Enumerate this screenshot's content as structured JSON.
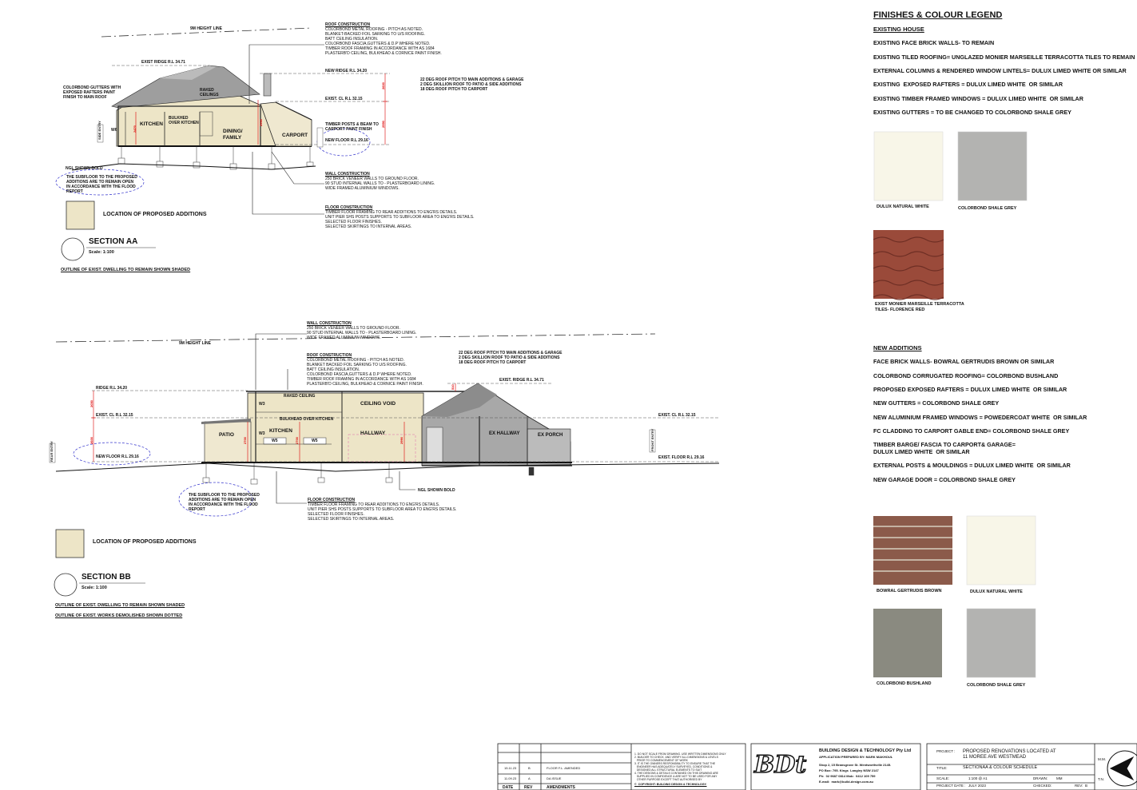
{
  "section_aa": {
    "height_line": "9M HEIGHT LINE",
    "exist_ridge": "EXIST RIDGE R.L 34.71",
    "new_ridge": "NEW RIDGE R.L 34.20",
    "exist_cl": "EXIST. CL R.L 32.15",
    "new_floor": "NEW FLOOR R.L 29.16",
    "gutters_note": "COLORBOND GUTTERS WITH\nEXPOSED RAFTERS PAINT\nFINISH TO MAIN ROOF",
    "raked_ceilings": "RAKED\nCEILINGS",
    "bulkhead": "BULKHED\nOVER KITCHEN",
    "kitchen": "KITCHEN",
    "dining": "DINING/\nFAMILY",
    "carport": "CARPORT",
    "w6": "W6",
    "side_entry": "SIDE ENTRY",
    "dim_2600": "2600",
    "dim_2990": "2990",
    "dim_2470": "2470",
    "timber_posts": "TIMBER POSTS & BEAM TO\nCARPORT PAINT FINISH",
    "ngl": "NGL SHOWN BOLD",
    "subfloor_note": "THE SUBFLOOR TO THE PROPOSED\nADDITIONS ARE TO REMAIN OPEN\nIN ACCORDANCE WITH THE FLOOD\nREPORT",
    "roof_title": "ROOF CONSTRUCTION",
    "roof_body": "COLORBOND METAL ROOFING - PITCH AS NOTED.\nBLANKET-BACKED FOIL SARKING TO U/S ROOFING.\nBATT CEILING INSULATION.\nCOLORBOND FASCIA,GUTTERS & D.P WHERE NOTED.\nTIMBER ROOF FRAMING IN ACCORDANCE WITH AS 1684\nPLASTERB'D CEILING, BULKHEAD & CORNICE PAINT FINISH.",
    "pitch_note": "22 DEG ROOF PITCH TO MAIN ADDITIONS & GARAGE\n2 DEG SKILLION ROOF TO PATIO & SIDE ADDITIONS\n18 DEG ROOF PITCH TO CARPORT",
    "wall_title": "WALL CONSTRUCTION",
    "wall_body": "250 BRICK VENEER WALLS TO GROUND FLOOR.\n90 STUD INTERNAL WALLS TO - PLASTERBOARD LINING.\nWIDE FRAMED ALUMINIUM WINDOWS.",
    "floor_title": "FLOOR CONSTRUCTION",
    "floor_body": "TIMBER FLOOR FRAMING TO REAR ADDITIONS TO ENG'RS DETAILS.\nUNIT PIER SHS POSTS SUPPORTS TO SUBFLOOR AREA TO ENG'RS DETAILS.\nSELECTED FLOOR FINISHES.\nSELECTED SKIRTINGS TO INTERNAL AREAS.",
    "location": "LOCATION OF PROPOSED ADDITIONS",
    "title": "SECTION AA",
    "scale": "Scale: 1:100",
    "outline": "OUTLINE OF EXIST. DWELLING TO REMAIN SHOWN SHADED"
  },
  "section_bb": {
    "height_line": "9M HEIGHT LINE",
    "ridge": "RIDGE R.L 34.20",
    "exist_ridge": "EXIST. RIDGE R.L 34.71",
    "exist_cl_left": "EXIST. CL R.L 32.15",
    "exist_cl_right": "EXIST. CL R.L 32.15",
    "new_floor": "NEW FLOOR R.L 29.16",
    "exist_floor": "EXIST. FLOOR R.L 29.16",
    "raked_ceiling": "RAKED CEILING",
    "bulkhead": "BULKHEAD OVER KITCHEN",
    "ceiling_void": "CEILING VOID",
    "patio": "PATIO",
    "kitchen": "KITCHEN",
    "hallway": "HALLWAY",
    "ex_hallway": "EX HALLWAY",
    "ex_porch": "EX PORCH",
    "w3a": "W3",
    "w3b": "W3",
    "w5a": "W5",
    "w5b": "W5",
    "rear_entry": "REAR ENTRY",
    "front_entry": "FRONT ENTRY",
    "dim_2600": "2600",
    "dim_2700a": "2700",
    "dim_2700b": "2700",
    "dim_2990": "2990",
    "dim_2050": "2050",
    "dim_510": "510",
    "ngl": "NGL SHOWN BOLD",
    "subfloor_note": "THE SUBFLOOR TO THE PROPOSED\nADDITIONS ARE TO REMAIN OPEN\nIN ACCORDANCE WITH THE FLOOD\nREPORT",
    "wall_title": "WALL CONSTRUCTION",
    "wall_body": "250 BRICK VENEER WALLS TO GROUND FLOOR.\n90 STUD INTERNAL WALLS TO - PLASTERBOARD LINING.\nWIDE FRAMED ALUMINIUM WINDOWS.",
    "roof_title": "ROOF CONSTRUCTION",
    "roof_body": "COLORBOND METAL ROOFING - PITCH AS NOTED.\nBLANKET BACKED FOIL SARKING TO U/S ROOFING.\nBATT CEILING INSULATION.\nCOLORBOND FASCIA,GUTTERS & D.P WHERE NOTED.\nTIMBER ROOF FRAMING IN ACCORDANCE WITH AS 1684\nPLASTERB'D CEILING, BULKHEAD & CORNICE PAINT FINISH.",
    "pitch_note": "22 DEG ROOF PITCH TO MAIN ADDITIONS & GARAGE\n2 DEG SKILLION ROOF TO PATIO & SIDE ADDITIONS\n18 DEG ROOF PITCH TO CARPORT",
    "floor_title": "FLOOR CONSTRUCTION",
    "floor_body": "TIMBER FLOOR FRAMING TO REAR ADDITIONS TO ENG'RS DETAILS.\nUNIT PIER SHS POSTS SUPPORTS TO SUBFLOOR AREA TO ENG'RS DETAILS.\nSELECTED FLOOR FINISHES.\nSELECTED SKIRTINGS TO INTERNAL AREAS.",
    "location": "LOCATION OF PROPOSED ADDITIONS",
    "title": "SECTION BB",
    "scale": "Scale: 1:100",
    "outline1": "OUTLINE OF EXIST. DWELLING TO REMAIN SHOWN SHADED",
    "outline2": "OUTLINE OF EXIST. WORKS DEMOLISHED SHOWN DOTTED"
  },
  "legend": {
    "title": "FINISHES & COLOUR LEGEND",
    "existing_heading": "EXISTING HOUSE",
    "existing_items": [
      "EXISTING FACE BRICK WALLS- TO REMAIN",
      "EXISTING TILED ROOFING= UNGLAZED MONIER MARSEILLE TERRACOTTA TILES TO REMAIN",
      "EXTERNAL COLUMNS & RENDERED WINDOW LINTELS= DULUX LIMED WHITE OR SIMILAR",
      "EXISTING  EXPOSED RAFTERS = DULUX LIMED WHITE  OR SIMILAR",
      "EXISTING TIMBER FRAMED WINDOWS = DULUX LIMED WHITE  OR SIMILAR",
      "EXISTING GUTTERS = TO BE CHANGED TO COLORBOND SHALE GREY"
    ],
    "swatch_labels": {
      "dulux_white_1": "DULUX NATURAL WHITE",
      "shale_grey_1": "COLORBOND SHALE GREY",
      "terracotta": "EXIST MONIER MARSEILLE TERRACOTTA\nTILES- FLORENCE RED",
      "brick": "BOWRAL GERTRUDIS BROWN",
      "dulux_white_2": "DULUX NATURAL WHITE",
      "bushland": "COLORBOND BUSHLAND",
      "shale_grey_2": "COLORBOND SHALE GREY"
    },
    "new_heading": "NEW ADDITIONS",
    "new_items": [
      "FACE BRICK WALLS- BOWRAL GERTRUDIS BROWN OR SIMILAR",
      "COLORBOND CORRUGATED ROOFING= COLORBOND BUSHLAND",
      "PROPOSED EXPOSED RAFTERS = DULUX LIMED WHITE  OR SIMILAR",
      "NEW GUTTERS = COLORBOND SHALE GREY",
      "NEW ALUMINIUM FRAMED WINDOWS = POWEDERCOAT WHITE  OR SIMILAR",
      "FC CLADDING TO CARPORT GABLE END= COLORBOND SHALE GREY",
      "TIMBER BARGE/ FASCIA TO CARPORT& GARAGE=\nDULUX LIMED WHITE  OR SIMILAR",
      "EXTERNAL POSTS & MOULDINGS = DULUX LIMED WHITE  OR SIMILAR",
      "NEW GARAGE DOOR = COLORBOND SHALE GREY"
    ],
    "colors": {
      "dulux_white": "#f8f6e8",
      "shale_grey": "#b3b3b1",
      "terracotta": "#9a4a3a",
      "bushland": "#8a8a80",
      "addition_fill": "#ede5c7",
      "existing_fill": "#a8a8a8"
    }
  },
  "title_block": {
    "rev_rows": [
      {
        "date": "15.11.23",
        "rev": "B",
        "amend": "FLOOR F.L. AMENDED"
      },
      {
        "date": "11.09.23",
        "rev": "A",
        "amend": "DA ISSUE"
      }
    ],
    "rev_headers": {
      "date": "DATE",
      "rev": "REV",
      "amend": "AMENDMENTS"
    },
    "notes": "1. DO NOT SCALE FROM DRAWING. USE WRITTEN DIMENSIONS ONLY\n2. BUILDER TO CHECK  AND VERIFY ALL DIMENSIONS & LEVELS\n   PRIOR TO COMMENCEMENT OF WORK\n3. IT IS THE OWNERS RESPONSIBILITY TO ENSURE THAT THE\n   ENGINEER HAS ADEQUATELY SURVEYED, CONDITIONS &\n   DESIGNED ALL STRUCTURAL ELEMENTS TO SUIT\n4. THE DESIGNS & DETAILS CONTAINED ON THIS DRAWING ARE\n   SUPPLIED IN CONFIDENCE & ARE NOT TO BE USED FOR ANY\n   OTHER PURPOSE EXCEPT THAT AUTHORISED BY",
    "copyright": "©  COPYRIGHT: BUILDING DESIGN & TECHNOLOGY.",
    "logo": "BDt",
    "company": "BUILDING DESIGN & TECHNOLOGY Pty Ltd",
    "prepared": "APPLICATION PREPARED BY: MARK MAKHOUL",
    "address": "Shop 2, 15 Bransgrove St. Wentworthville 2145.",
    "po": "PO Box: 795. Kings  Langley NSW 2147",
    "phone": "Ph:  02 9687 0814 Mob:  0412 109 759",
    "email": "E-mail:  mark@build-design.com.au",
    "project_label": "PROJECT :",
    "project_value": "PROPOSED RENOVATIONS LOCATED AT\n11 MOREE AVE WESTMEAD",
    "title_label": "TITLE:",
    "title_value": "SECTIONAA & COLOUR SCHEDULE",
    "scale_label": "SCALE:",
    "scale_value": "1:100 @ A1",
    "drawn_label": "DRAWN:",
    "drawn_value": "MM",
    "date_label": "PROJECT DATE :",
    "date_value": "JULY 2023",
    "checked_label": "CHECKED:",
    "rev_label": "REV:",
    "rev_value": "B",
    "mm": "M.M.",
    "tn": "T.N."
  }
}
